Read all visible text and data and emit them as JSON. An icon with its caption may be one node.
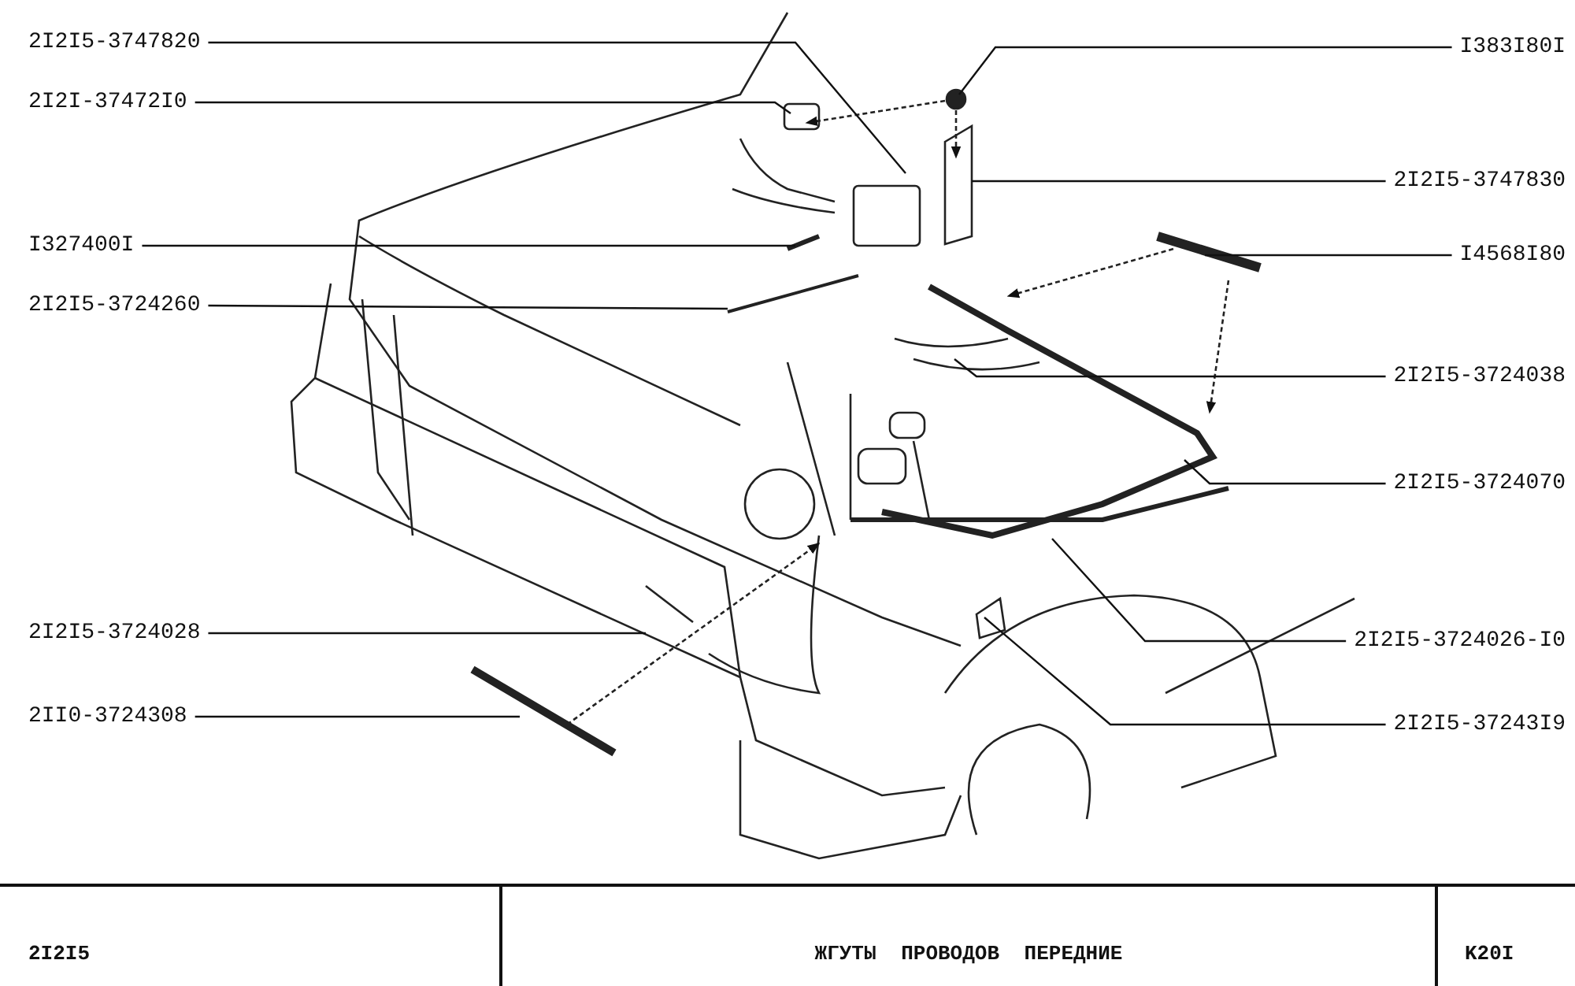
{
  "diagram": {
    "title": "ЖГУТЫ ПРОВОДОВ ПЕРЕДНИЕ",
    "nodes": [
      {
        "text": [
          "2I2I5-3747820"
        ]
      },
      {
        "text": [
          "I383I80I"
        ]
      },
      {
        "text": [
          "2I2I-37472I0"
        ]
      },
      {
        "text": [
          "2I2I5-3747830"
        ]
      },
      {
        "text": [
          "I327400I"
        ]
      },
      {
        "text": [
          "I4568I80"
        ]
      },
      {
        "text": [
          "2I2I5-3724260"
        ]
      },
      {
        "text": [
          "2I2I5-3724038"
        ]
      },
      {
        "text": [
          "2I2I5-3724070"
        ]
      },
      {
        "text": [
          "2I2I5-3724028"
        ]
      },
      {
        "text": [
          "2I2I5-3724026-I0"
        ]
      },
      {
        "text": [
          "2II0-3724308"
        ]
      },
      {
        "text": [
          "2I2I5-37243I9"
        ]
      }
    ],
    "edges": [
      {
        "from": 0,
        "to": null,
        "arrow": "none"
      },
      {
        "from": 1,
        "to": null,
        "arrow": "none"
      },
      {
        "from": 2,
        "to": null,
        "arrow": "none"
      },
      {
        "from": 3,
        "to": null,
        "arrow": "none"
      },
      {
        "from": 4,
        "to": null,
        "arrow": "none"
      },
      {
        "from": 5,
        "to": null,
        "arrow": "none"
      },
      {
        "from": 6,
        "to": null,
        "arrow": "none"
      },
      {
        "from": 7,
        "to": null,
        "arrow": "none"
      },
      {
        "from": 8,
        "to": null,
        "arrow": "none"
      },
      {
        "from": 9,
        "to": null,
        "arrow": "none"
      },
      {
        "from": 10,
        "to": null,
        "arrow": "none"
      },
      {
        "from": 11,
        "to": null,
        "arrow": "none"
      },
      {
        "from": 12,
        "to": null,
        "arrow": "none"
      }
    ],
    "labels": [
      "2I2I5",
      "K20I"
    ]
  }
}
